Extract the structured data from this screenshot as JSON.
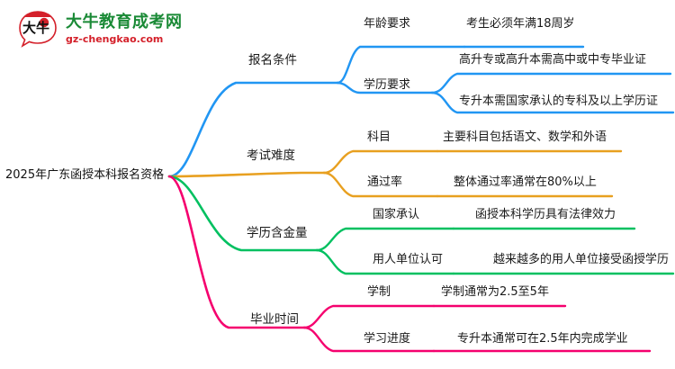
{
  "logo": {
    "mark_name": "daniu-bull-logo",
    "title": "大牛教育成考网",
    "subtitle": "gz-chengkao.com",
    "title_color": "#1a8a36",
    "subtitle_color": "#d4202a"
  },
  "mindmap": {
    "root": {
      "label": "2025年广东函授本科报名资格"
    },
    "colors": {
      "blue": "#2196F3",
      "orange": "#E8A020",
      "green": "#00C060",
      "pink": "#F5006E"
    },
    "branches": [
      {
        "label": "报名条件",
        "color": "#2196F3",
        "children": [
          {
            "label": "年龄要求",
            "leaves": [
              {
                "label": "考生必须年满18周岁"
              }
            ]
          },
          {
            "label": "学历要求",
            "leaves": [
              {
                "label": "高升专或高升本需高中或中专毕业证"
              },
              {
                "label": "专升本需国家承认的专科及以上学历证"
              }
            ]
          }
        ]
      },
      {
        "label": "考试难度",
        "color": "#E8A020",
        "children": [
          {
            "label": "科目",
            "leaves": [
              {
                "label": "主要科目包括语文、数学和外语"
              }
            ]
          },
          {
            "label": "通过率",
            "leaves": [
              {
                "label": "整体通过率通常在80%以上"
              }
            ]
          }
        ]
      },
      {
        "label": "学历含金量",
        "color": "#00C060",
        "children": [
          {
            "label": "国家承认",
            "leaves": [
              {
                "label": "函授本科学历具有法律效力"
              }
            ]
          },
          {
            "label": "用人单位认可",
            "leaves": [
              {
                "label": "越来越多的用人单位接受函授学历"
              }
            ]
          }
        ]
      },
      {
        "label": "毕业时间",
        "color": "#F5006E",
        "children": [
          {
            "label": "学制",
            "leaves": [
              {
                "label": "学制通常为2.5至5年"
              }
            ]
          },
          {
            "label": "学习进度",
            "leaves": [
              {
                "label": "专升本通常可在2.5年内完成学业"
              }
            ]
          }
        ]
      }
    ]
  }
}
